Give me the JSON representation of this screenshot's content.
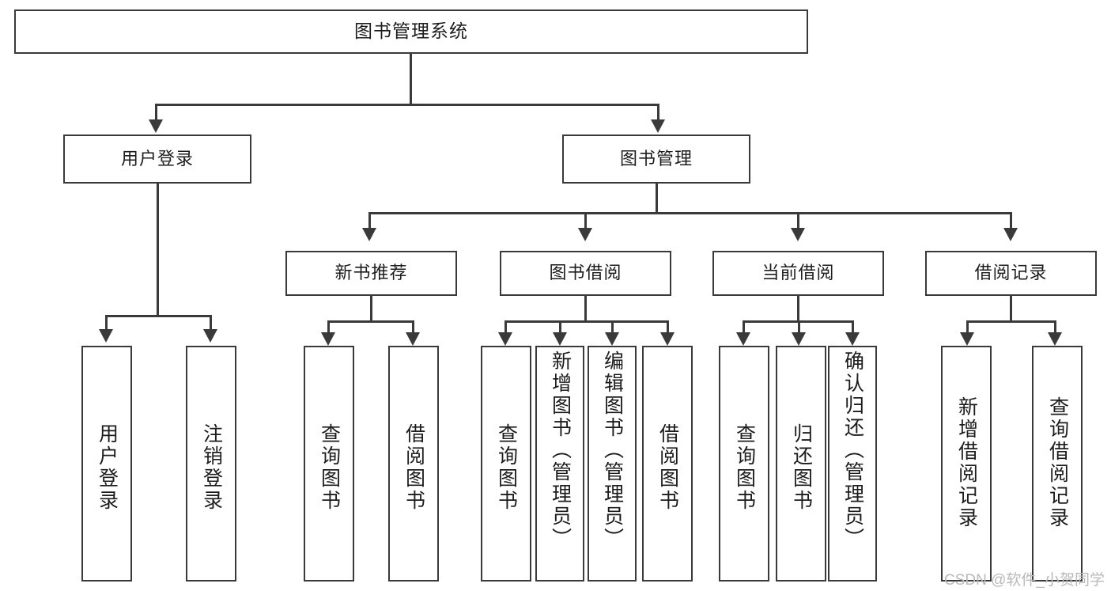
{
  "diagram": {
    "title": "图书管理系统",
    "type": "hierarchy-tree",
    "root": {
      "label": "图书管理系统"
    },
    "level2": [
      {
        "label": "用户登录"
      },
      {
        "label": "图书管理"
      }
    ],
    "level3": [
      {
        "label": "新书推荐"
      },
      {
        "label": "图书借阅"
      },
      {
        "label": "当前借阅"
      },
      {
        "label": "借阅记录"
      }
    ],
    "leaves": {
      "user_login": [
        {
          "label": "用户登录"
        },
        {
          "label": "注销登录"
        }
      ],
      "new_book_recommend": [
        {
          "label": "查询图书"
        },
        {
          "label": "借阅图书"
        }
      ],
      "book_borrow": [
        {
          "label": "查询图书"
        },
        {
          "label": "新增图书（管理员）"
        },
        {
          "label": "编辑图书（管理员）"
        },
        {
          "label": "借阅图书"
        }
      ],
      "current_borrow": [
        {
          "label": "查询图书"
        },
        {
          "label": "归还图书"
        },
        {
          "label": "确认归还（管理员）"
        }
      ],
      "borrow_record": [
        {
          "label": "新增借阅记录"
        },
        {
          "label": "查询借阅记录"
        }
      ]
    }
  },
  "watermark": {
    "text": "CSDN @软件_小贺同学"
  },
  "colors": {
    "stroke": "#3a3a3a",
    "text": "#1c1c1c",
    "background": "#ffffff",
    "watermark": "#b9b9b9"
  }
}
